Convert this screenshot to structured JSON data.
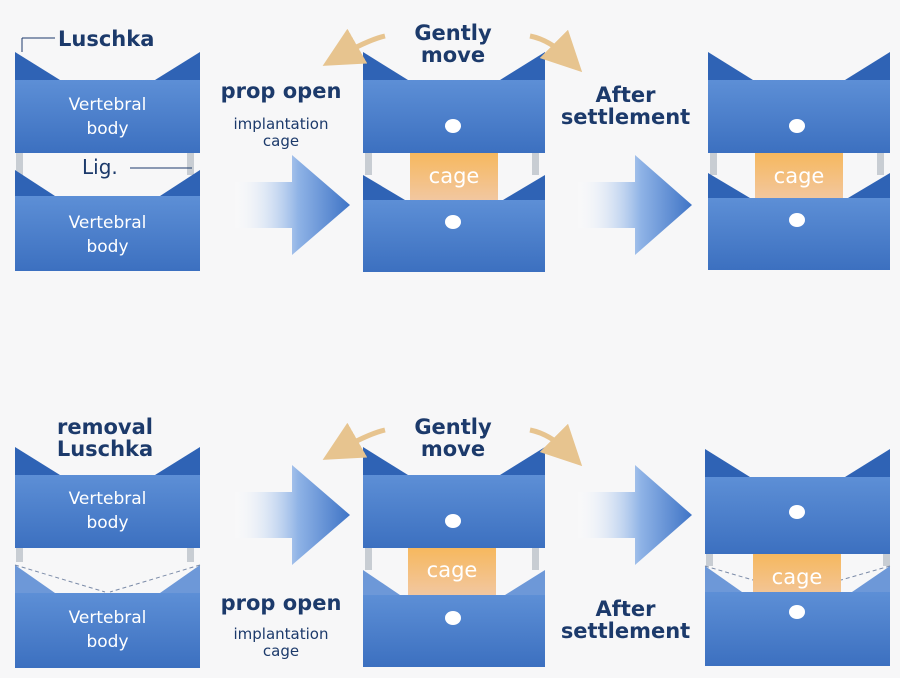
{
  "top_row": {
    "luschka": "Luschka",
    "vertebral_body_upper": [
      "Vertebral",
      "body"
    ],
    "ligament": "Lig.",
    "vertebral_body_lower": [
      "Vertebral",
      "body"
    ],
    "prop_open": "prop open",
    "implantation_cage": [
      "implantation",
      "cage"
    ],
    "gently_move": [
      "Gently",
      "move"
    ],
    "cage_mid": "cage",
    "after_settlement": [
      "After",
      "settlement"
    ],
    "cage_right": "cage"
  },
  "bottom_row": {
    "removal_luschka": [
      "removal",
      "Luschka"
    ],
    "vertebral_body_upper": [
      "Vertebral",
      "body"
    ],
    "vertebral_body_lower": [
      "Vertebral",
      "body"
    ],
    "prop_open": "prop open",
    "implantation_cage": [
      "implantation",
      "cage"
    ],
    "gently_move": [
      "Gently",
      "move"
    ],
    "cage_mid": "cage",
    "after_settlement": [
      "After",
      "settlement"
    ],
    "cage_right": "cage"
  },
  "colors": {
    "vertebra": "#4a7fcc",
    "vertebra_dark": "#2f63b5",
    "cage": "#f2b060",
    "text": "#1c3a6b",
    "arrow": "#3a6fc4",
    "move_arrow": "#e7c48f"
  }
}
